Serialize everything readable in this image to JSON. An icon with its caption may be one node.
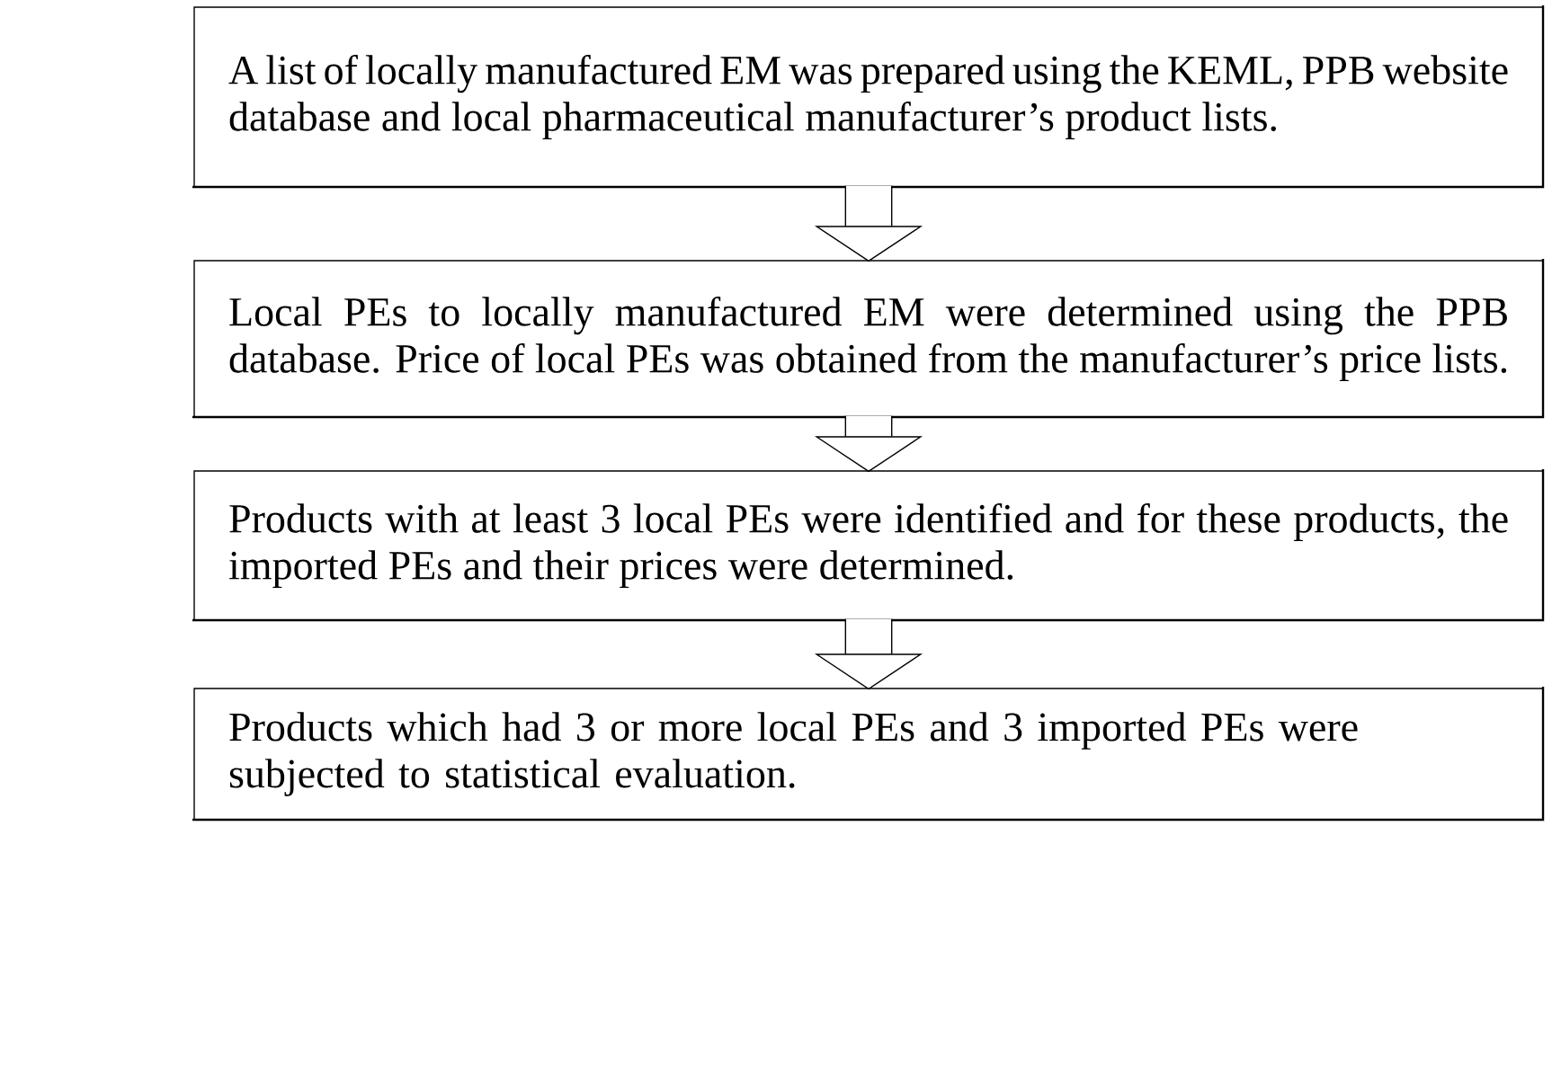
{
  "diagram": {
    "nodes": [
      {
        "text": [
          "A list of locally manufactured EM was prepared using the KEML, PPB website database and local pharmaceutical manufacturer’s product lists."
        ]
      },
      {
        "text": [
          "Local PEs to locally manufactured EM were determined using the PPB database. Price of local PEs was obtained from the manufacturer’s price lists."
        ]
      },
      {
        "text": [
          "Products with at least 3 local PEs were identified and for these products, the imported PEs and their prices were determined."
        ]
      },
      {
        "text": [
          "Products which had 3 or more local PEs and 3 imported PEs were subjected to statistical evaluation."
        ]
      }
    ],
    "edges": [
      {
        "from": 0,
        "to": 1,
        "arrow": "to"
      },
      {
        "from": 1,
        "to": 2,
        "arrow": "to"
      },
      {
        "from": 2,
        "to": 3,
        "arrow": "to"
      }
    ]
  }
}
